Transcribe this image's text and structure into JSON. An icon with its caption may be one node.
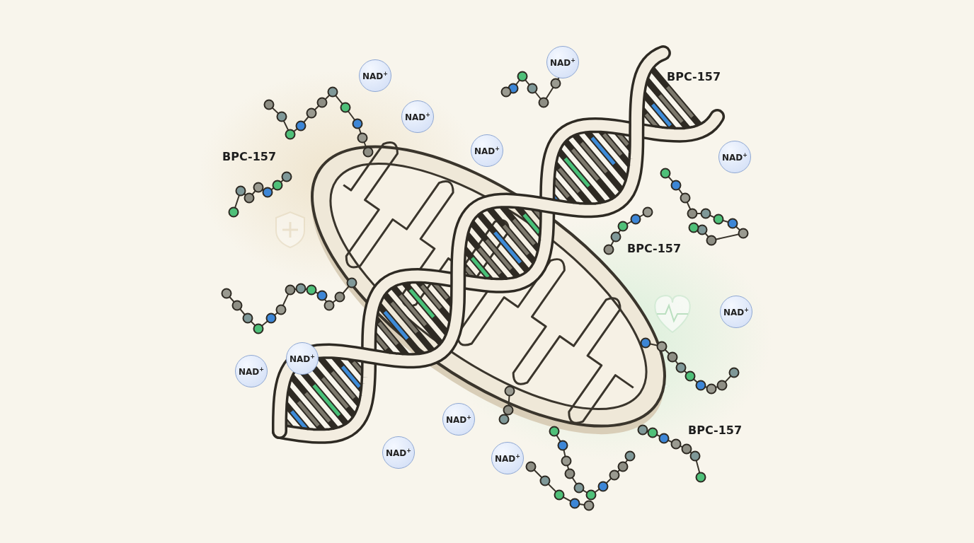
{
  "diagram": {
    "nodes": [
      {
        "text": [
          "NAD$^{+}$"
        ]
      },
      {
        "text": [
          "NAD$^{+}$"
        ]
      },
      {
        "text": [
          "NAD$^{+}$"
        ]
      },
      {
        "text": [
          "NAD$^{+}$"
        ]
      },
      {
        "text": [
          "NAD$^{+}$"
        ]
      },
      {
        "text": [
          "NAD$^{+}$"
        ]
      },
      {
        "text": [
          "NAD$^{+}$"
        ]
      },
      {
        "text": [
          "NAD$^{+}$"
        ]
      },
      {
        "text": [
          "NAD$^{+}$"
        ]
      },
      {
        "text": [
          "NAD$^{+}$"
        ]
      },
      {
        "text": [
          "NAD$^{+}$"
        ]
      }
    ],
    "labels": [
      "BPC-157",
      "BPC-157",
      "BPC-157",
      "BPC-157"
    ]
  }
}
